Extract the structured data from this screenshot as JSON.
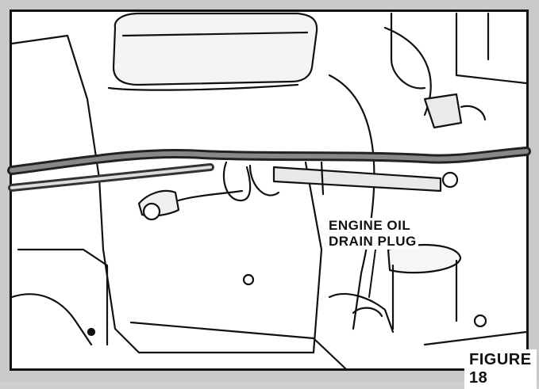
{
  "callout": {
    "line1": "ENGINE OIL",
    "line2": "DRAIN PLUG"
  },
  "figure_label": "FIGURE 18",
  "illustration_subject": "engine-compartment-line-drawing"
}
